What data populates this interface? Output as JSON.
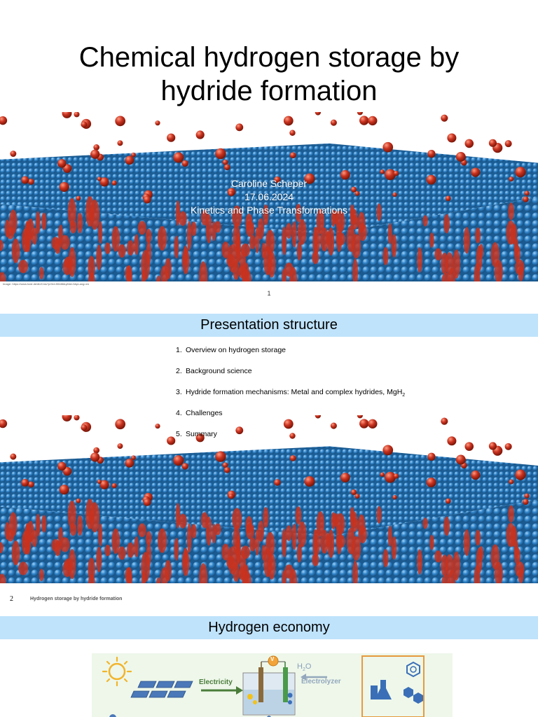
{
  "slide1": {
    "title_line1": "Chemical hydrogen storage by",
    "title_line2": "hydride formation",
    "author": "Caroline Scheper",
    "date": "17.06.2024",
    "course": "Kinetics and Phase Transformations",
    "image_credit": "Image: https://www.hzdr.de/db/Cms?pOid=55486&pNid=3&pLang=en",
    "page_number": "1"
  },
  "slide2": {
    "heading": "Presentation structure",
    "items": [
      {
        "num": "1.",
        "text": "Overview on hydrogen storage"
      },
      {
        "num": "2.",
        "text": "Background science"
      },
      {
        "num": "3.",
        "text": "Hydride formation mechanisms: Metal and complex hydrides, MgH",
        "sub": "2"
      },
      {
        "num": "4.",
        "text": "Challenges"
      },
      {
        "num": "5.",
        "text": "Summary"
      }
    ],
    "page_number": "2",
    "footer": "Hydrogen storage by hydride formation"
  },
  "slide3": {
    "heading": "Hydrogen economy",
    "figure": {
      "electricity_label": "Electricity",
      "voltmeter_label": "V",
      "h2o_main": "H",
      "h2o_sub": "2",
      "h2o_end": "O",
      "electrolyzer_label": "Electrolyzer"
    }
  },
  "colors": {
    "header_bar": "#bfe3fb",
    "lattice_blue": "#2f83c9",
    "hydrogen_red": "#c8321f",
    "electricity_green": "#4a7d3a",
    "electrolyzer_orange": "#e69a3c"
  }
}
